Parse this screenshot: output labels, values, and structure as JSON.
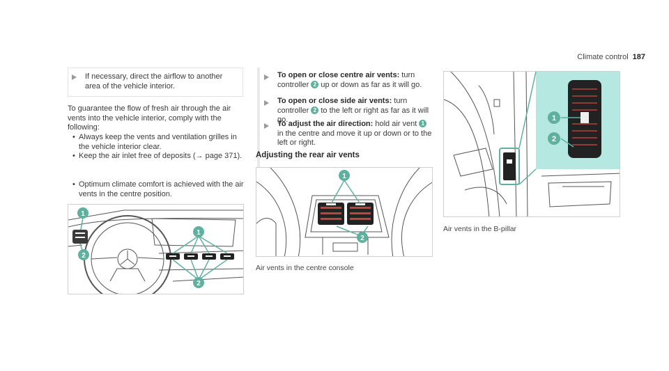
{
  "header": {
    "section": "Climate control",
    "page_number": "187"
  },
  "left_column": {
    "tip": "If necessary, direct the airflow to another area of the vehicle interior.",
    "intro": "To guarantee the flow of fresh air through the air vents into the vehicle interior, comply with the following:",
    "bullets": [
      "Always keep the vents and ventilation grilles in the vehicle interior clear.",
      "Keep the air inlet free of deposits (→ page 371).",
      "Optimum climate comfort is achieved with the air vents in the centre position."
    ],
    "figure_callouts": [
      "1",
      "2"
    ]
  },
  "middle_column": {
    "steps": [
      {
        "bold": "To open or close centre air vents:",
        "pre": "turn controller",
        "num": "2",
        "post": "up or down as far as it will go."
      },
      {
        "bold": "To open or close side air vents:",
        "pre": "turn controller",
        "num": "2",
        "post": "to the left or right as far as it will go."
      },
      {
        "bold": "To adjust the air direction:",
        "pre": "hold air vent",
        "num": "1",
        "post": "in the centre and move it up or down or to the left or right."
      }
    ],
    "subheading": "Adjusting the rear air vents",
    "figure_caption": "Air vents in the centre console",
    "figure_callouts": [
      "1",
      "2"
    ]
  },
  "right_column": {
    "figure_caption": "Air vents in the B-pillar",
    "figure_callouts": [
      "1",
      "2"
    ]
  },
  "colors": {
    "callout": "#5fb09f",
    "highlight": "#b6e8e2",
    "arrow": "#9a9a9a"
  }
}
